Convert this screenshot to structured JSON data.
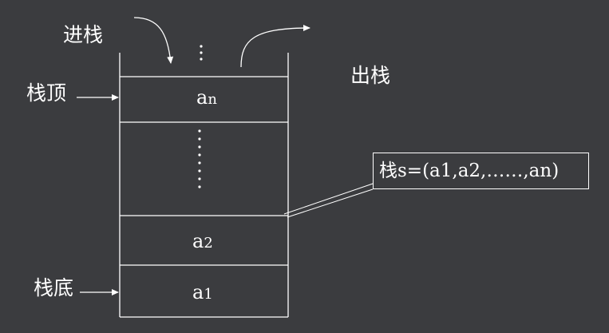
{
  "labels": {
    "push": "进栈",
    "pop": "出栈",
    "top": "栈顶",
    "bottom": "栈底"
  },
  "cells": {
    "an": {
      "base": "a",
      "sub": "n"
    },
    "a2": {
      "base": "a",
      "sub": "2"
    },
    "a1": {
      "base": "a",
      "sub": "1"
    }
  },
  "formula": "栈s=(a1,a2,……,an)",
  "colors": {
    "background": "#3b3c3f",
    "foreground": "#ffffff"
  }
}
